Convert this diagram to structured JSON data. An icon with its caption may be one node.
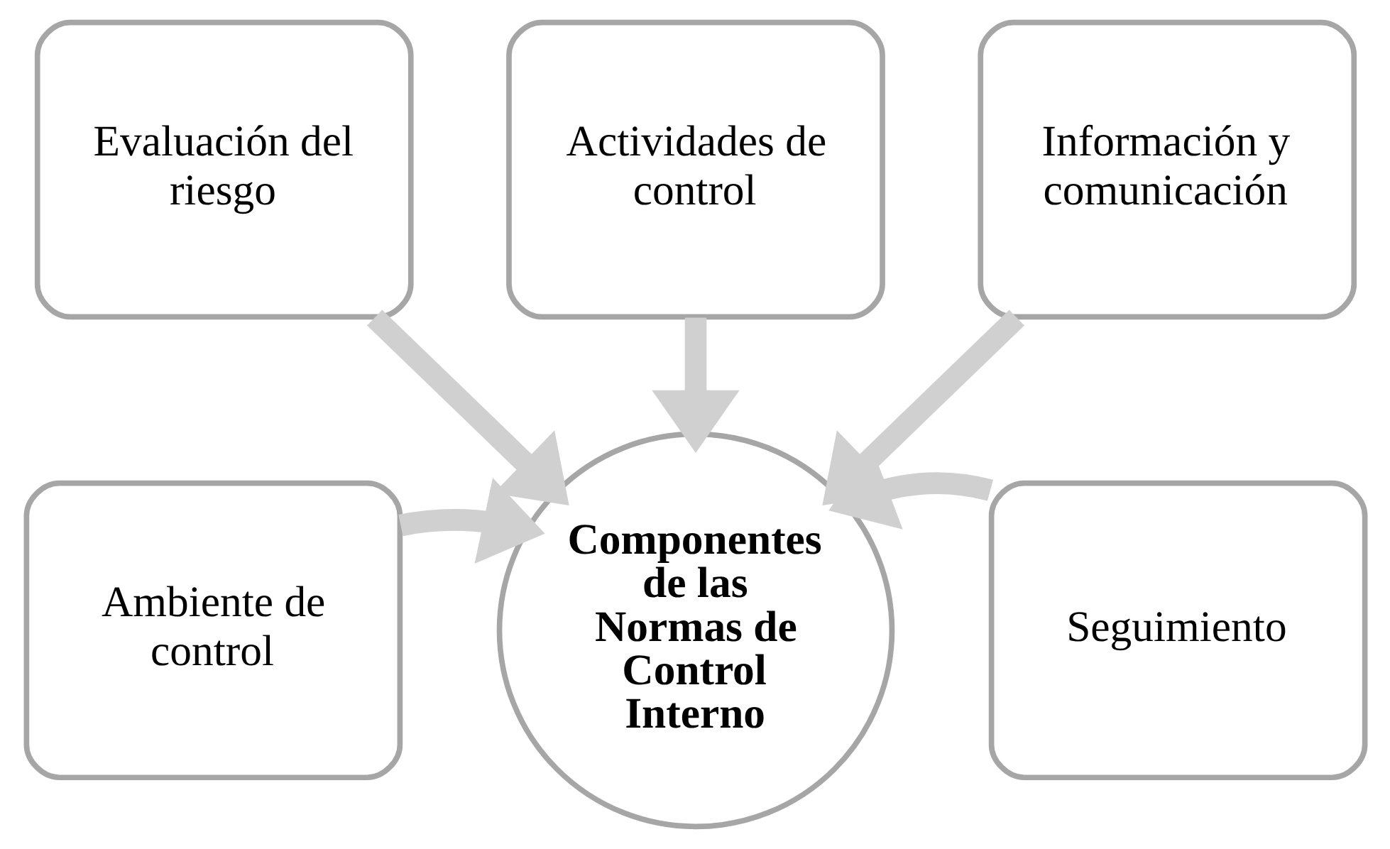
{
  "diagram": {
    "nodes": [
      {
        "text": [
          "Evaluación del riesgo"
        ]
      },
      {
        "text": [
          "Actividades de control"
        ]
      },
      {
        "text": [
          "Información y comunicación"
        ]
      },
      {
        "text": [
          "Ambiente de control"
        ]
      },
      {
        "text": [
          "Componentes de las Normas de Control Interno"
        ]
      },
      {
        "text": [
          "Seguimiento"
        ]
      }
    ],
    "edges": [
      {
        "from": 3,
        "to": 4,
        "arrow": "to"
      },
      {
        "from": 0,
        "to": 4,
        "arrow": "to"
      },
      {
        "from": 1,
        "to": 4,
        "arrow": "to"
      },
      {
        "from": 2,
        "to": 4,
        "arrow": "to"
      },
      {
        "from": 5,
        "to": 4,
        "arrow": "to"
      }
    ]
  }
}
